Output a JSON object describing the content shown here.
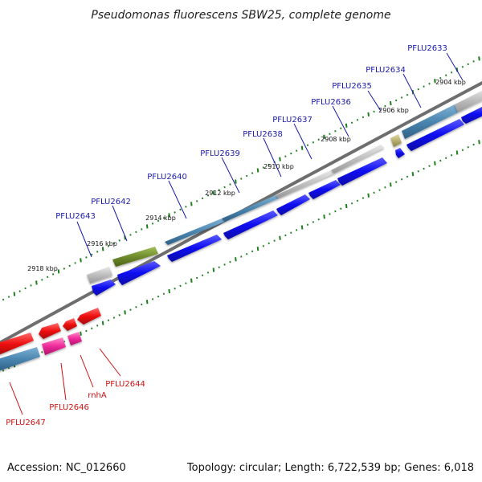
{
  "title": "Pseudomonas fluorescens SBW25, complete genome",
  "footer": {
    "accession": "Accession: NC_012660",
    "summary": "Topology: circular; Length: 6,722,539 bp; Genes: 6,018"
  },
  "colors": {
    "forward_label": "#1a1aa8",
    "reverse_label": "#cc1111",
    "tick": "#1d7f1d",
    "backbone": "#8c8c8c",
    "cds_forward": "#0c0cf0",
    "cds_reverse": "#ee1111",
    "gene_blue": "#4a86b0",
    "gene_grey": "#bdbdbd",
    "gene_olive": "#6f8c2c",
    "gene_khaki": "#b8b070",
    "gene_pink": "#ee2a9a"
  },
  "kbp_labels": [
    "2904 kbp",
    "2906 kbp",
    "2908 kbp",
    "2910 kbp",
    "2912 kbp",
    "2914 kbp",
    "2916 kbp",
    "2918 kbp"
  ],
  "forward_genes": [
    "PFLU2633",
    "PFLU2634",
    "PFLU2635",
    "PFLU2636",
    "PFLU2637",
    "PFLU2638",
    "PFLU2639",
    "PFLU2640",
    "PFLU2642",
    "PFLU2643"
  ],
  "reverse_genes": [
    "PFLU2644",
    "rnhA",
    "PFLU2646",
    "PFLU2647"
  ]
}
